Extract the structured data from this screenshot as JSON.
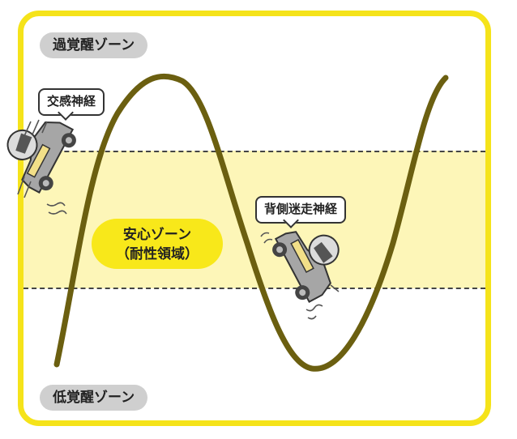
{
  "zones": {
    "high_arousal": "過覚醒ゾーン",
    "safe_zone_line1": "安心ゾーン",
    "safe_zone_line2": "（耐性領域）",
    "low_arousal": "低覚醒ゾーン"
  },
  "callouts": {
    "sympathetic": "交感神経",
    "dorsal_vagal": "背側迷走神経"
  },
  "colors": {
    "frame": "#f5e31a",
    "safe_band": "#fdf6b8",
    "safe_label_bg": "#f8e81a",
    "curve": "#6b5f10",
    "zone_pill": "#cfcfcf"
  },
  "icons": [
    "car-with-driver-icon",
    "car-with-driver-icon"
  ]
}
